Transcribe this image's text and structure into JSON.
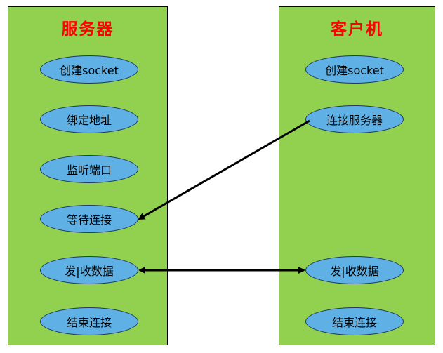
{
  "server": {
    "title": "服务器",
    "steps": [
      "创建socket",
      "绑定地址",
      "监听端口",
      "等待连接",
      "发|收数据",
      "结束连接"
    ]
  },
  "client": {
    "title": "客户机",
    "steps": [
      "创建socket",
      "连接服务器",
      "发|收数据",
      "结束连接"
    ]
  },
  "colors": {
    "panel_fill": "#92d050",
    "node_fill": "#5eb0e5",
    "node_border": "#1f3864",
    "title_text": "#ff0000",
    "arrow": "#000000"
  }
}
